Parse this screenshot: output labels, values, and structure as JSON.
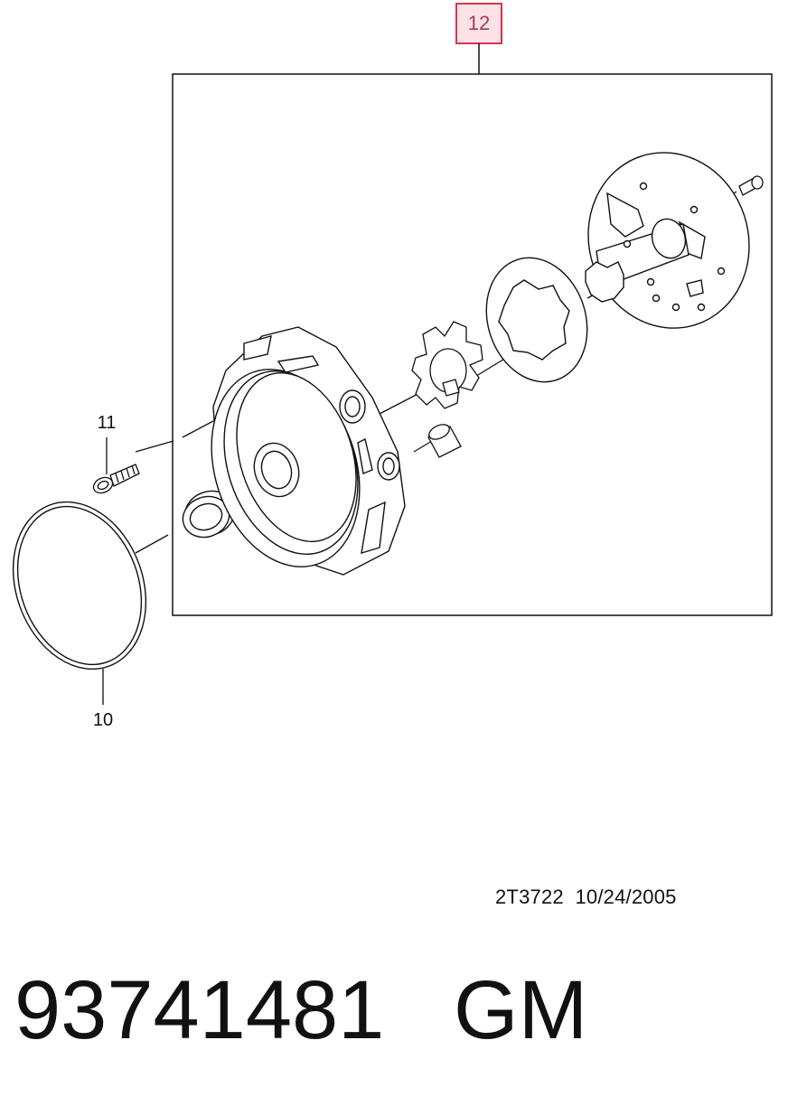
{
  "callouts": {
    "assembly": "12",
    "seal_ring": "10",
    "bolt": "11"
  },
  "drawing_ref": {
    "code": "2T3722",
    "date": "10/24/2005"
  },
  "footer": {
    "part_number": "93741481",
    "brand": "GM"
  },
  "colors": {
    "line": "#111111",
    "callout_highlight_border": "#d9334f",
    "callout_highlight_fill": "#fde3e8"
  }
}
